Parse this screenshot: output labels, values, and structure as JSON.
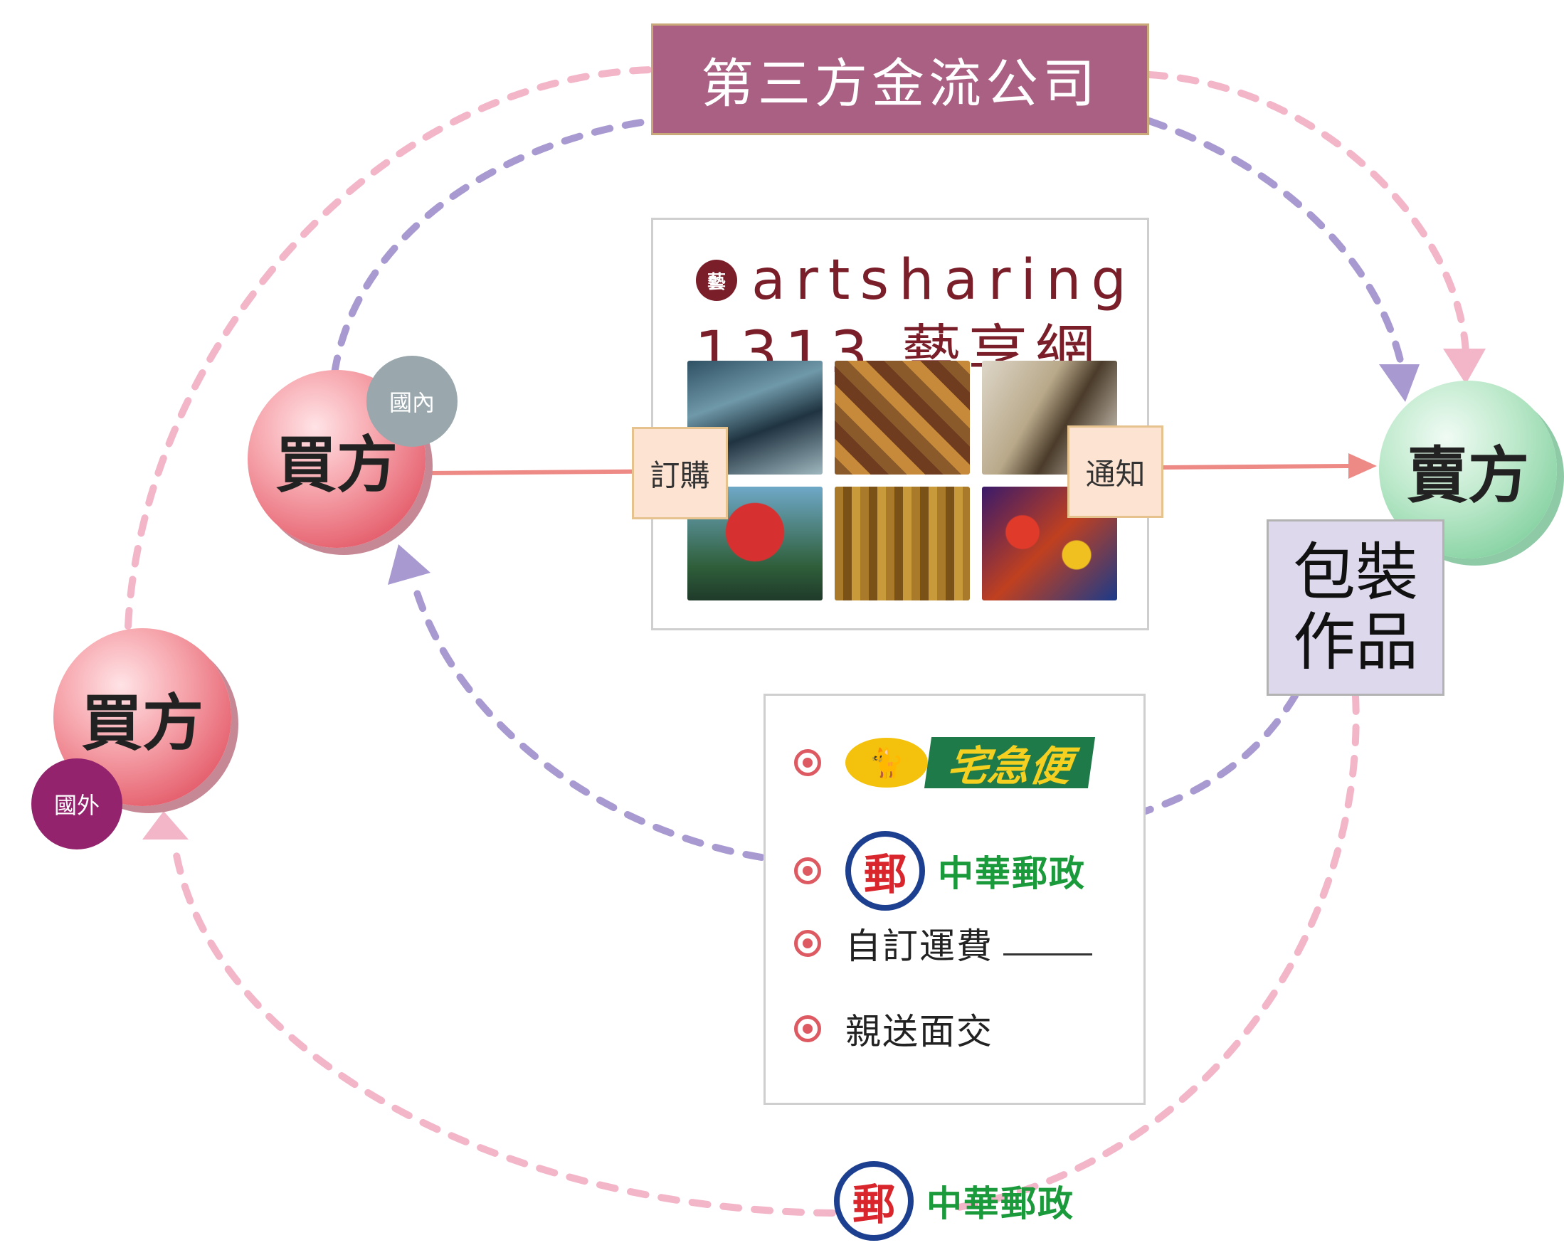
{
  "payment_company": "第三方金流公司",
  "platform": {
    "seal_text": "藝",
    "logo_text": "artsharing",
    "logo_subtitle": "1313 藝享網"
  },
  "actions": {
    "order": "訂購",
    "notify": "通知"
  },
  "buyer_domestic": {
    "label": "買方",
    "badge": "國內"
  },
  "buyer_foreign": {
    "label": "買方",
    "badge": "國外"
  },
  "seller": {
    "label": "賣方"
  },
  "packaging": {
    "line1": "包裝",
    "line2": "作品"
  },
  "shipping_options": {
    "cat_icon": "🐈",
    "takkyubin": "宅急便",
    "post_emblem": "郵",
    "post_name": "中華郵政",
    "custom_shipping": "自訂運費",
    "in_person": "親送面交"
  },
  "bottom_post": {
    "emblem": "郵",
    "name": "中華郵政"
  },
  "colors": {
    "payment_bg": "#a96083",
    "pink_dash": "#f3b6c9",
    "purple_dash": "#a89ad0",
    "solid_arrow": "#ee8a86"
  }
}
